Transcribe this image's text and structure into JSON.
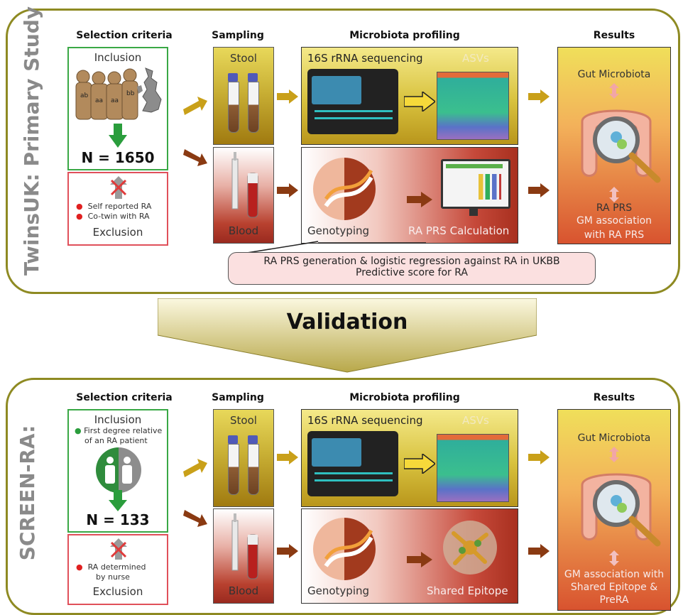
{
  "colors": {
    "panel_border": "#8e8a22",
    "inclusion_border": "#39a845",
    "exclusion_border": "#e0505a",
    "stool_arrow": "#c9a019",
    "blood_arrow": "#8a3a12",
    "side_title": "#8a8a8a"
  },
  "columns": {
    "selection": "Selection criteria",
    "sampling": "Sampling",
    "microbiota": "Microbiota profiling",
    "results": "Results"
  },
  "top": {
    "title": "TwinsUK: Primary Study",
    "inclusion_label": "Inclusion",
    "twin_labels": [
      "ab",
      "aa",
      "aa",
      "bb"
    ],
    "n_label": "N = 1650",
    "exclusion_items": [
      "Self reported RA",
      "Co-twin with RA"
    ],
    "exclusion_label": "Exclusion",
    "stool_label": "Stool",
    "blood_label": "Blood",
    "seq_label": "16S rRNA sequencing",
    "asv_label": "ASVs",
    "genotyping_label": "Genotyping",
    "prs_calc_label": "RA PRS Calculation",
    "result_gut": "Gut Microbiota",
    "result_prs": "RA PRS",
    "result_assoc_1": "GM association",
    "result_assoc_2": "with RA PRS",
    "pill_line1": "RA PRS generation & logistic regression against RA in UKBB",
    "pill_line2": "Predictive score for RA"
  },
  "validation": "Validation",
  "bottom": {
    "title": "SCREEN-RA:",
    "inclusion_label": "Inclusion",
    "inclusion_item_1": "First degree relative",
    "inclusion_item_2": "of an RA patient",
    "n_label": "N = 133",
    "exclusion_item_1": "RA determined",
    "exclusion_item_2": "by nurse",
    "exclusion_label": "Exclusion",
    "stool_label": "Stool",
    "blood_label": "Blood",
    "seq_label": "16S rRNA sequencing",
    "asv_label": "ASVs",
    "genotyping_label": "Genotyping",
    "epitope_label": "Shared Epitope",
    "result_gut": "Gut Microbiota",
    "result_assoc_1": "GM association with",
    "result_assoc_2": "Shared Epitope &",
    "result_assoc_3": "PreRA"
  }
}
